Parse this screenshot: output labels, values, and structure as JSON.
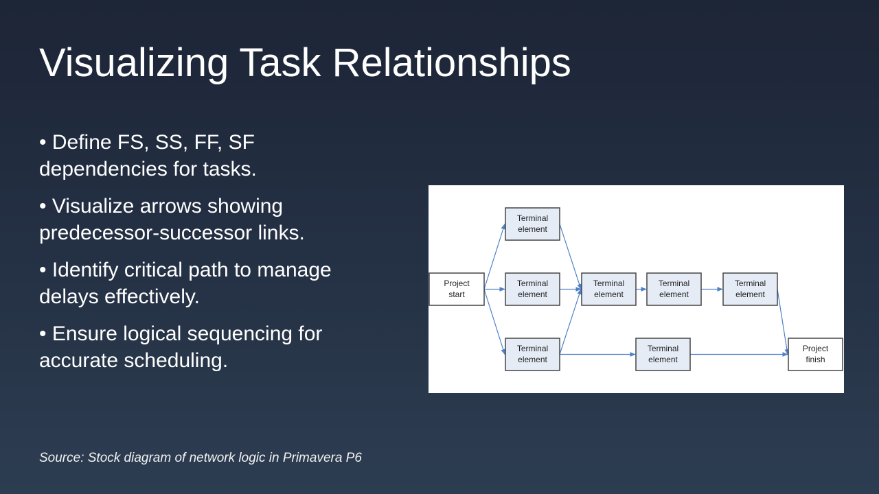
{
  "slide": {
    "title": "Visualizing Task Relationships",
    "bullets": [
      "• Define FS, SS, FF, SF dependencies for tasks.",
      "• Visualize arrows showing predecessor-successor links.",
      "• Identify critical path to manage delays effectively.",
      "• Ensure logical sequencing for accurate scheduling."
    ],
    "source": "Source: Stock diagram of network logic in Primavera P6"
  },
  "diagram": {
    "type": "network-logic",
    "colors": {
      "background": "#ffffff",
      "activity_fill": "#e6ecf6",
      "milestone_fill": "#ffffff",
      "border": "#444444",
      "arrow": "#4f81c7"
    },
    "nodes": [
      {
        "id": "start",
        "kind": "milestone",
        "line1": "Project",
        "line2": "start"
      },
      {
        "id": "a1",
        "kind": "activity",
        "line1": "Terminal",
        "line2": "element"
      },
      {
        "id": "a2",
        "kind": "activity",
        "line1": "Terminal",
        "line2": "element"
      },
      {
        "id": "a3",
        "kind": "activity",
        "line1": "Terminal",
        "line2": "element"
      },
      {
        "id": "b1",
        "kind": "activity",
        "line1": "Terminal",
        "line2": "element"
      },
      {
        "id": "c1",
        "kind": "activity",
        "line1": "Terminal",
        "line2": "element"
      },
      {
        "id": "d1",
        "kind": "activity",
        "line1": "Terminal",
        "line2": "element"
      },
      {
        "id": "c2",
        "kind": "activity",
        "line1": "Terminal",
        "line2": "element"
      },
      {
        "id": "finish",
        "kind": "milestone",
        "line1": "Project",
        "line2": "finish"
      }
    ],
    "edges": [
      {
        "from": "start",
        "to": "a1"
      },
      {
        "from": "start",
        "to": "a2"
      },
      {
        "from": "start",
        "to": "a3"
      },
      {
        "from": "a1",
        "to": "b1"
      },
      {
        "from": "a2",
        "to": "b1"
      },
      {
        "from": "a3",
        "to": "b1"
      },
      {
        "from": "b1",
        "to": "c1"
      },
      {
        "from": "c1",
        "to": "d1"
      },
      {
        "from": "a3",
        "to": "c2"
      },
      {
        "from": "d1",
        "to": "finish"
      },
      {
        "from": "c2",
        "to": "finish"
      }
    ]
  }
}
